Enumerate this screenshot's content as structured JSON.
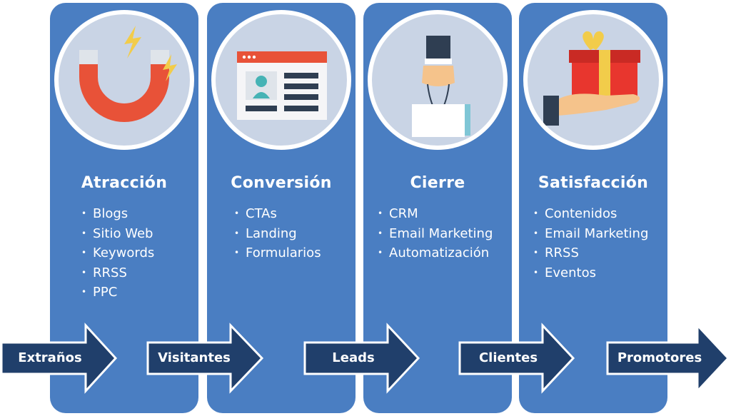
{
  "stages": [
    {
      "title": "Atracción",
      "icon": "magnet-icon",
      "items": [
        "Blogs",
        "Sitio Web",
        "Keywords",
        "RRSS",
        "PPC"
      ]
    },
    {
      "title": "Conversión",
      "icon": "landing-page-form-icon",
      "items": [
        "CTAs",
        "Landing",
        "Formularios"
      ]
    },
    {
      "title": "Cierre",
      "icon": "hand-shopping-bag-icon",
      "items": [
        "CRM",
        "Email Marketing",
        "Automatización"
      ]
    },
    {
      "title": "Satisfacción",
      "icon": "hand-gift-icon",
      "items": [
        "Contenidos",
        "Email Marketing",
        "RRSS",
        "Eventos"
      ]
    }
  ],
  "arrows": [
    "Extraños",
    "Visitantes",
    "Leads",
    "Clientes",
    "Promotores"
  ],
  "colors": {
    "column": "#4a7ec2",
    "circle": "#c9d4e5",
    "arrow": "#203f6b",
    "magnet": "#e85238",
    "gift": "#e8362e",
    "ribbon": "#f2cc4a"
  }
}
